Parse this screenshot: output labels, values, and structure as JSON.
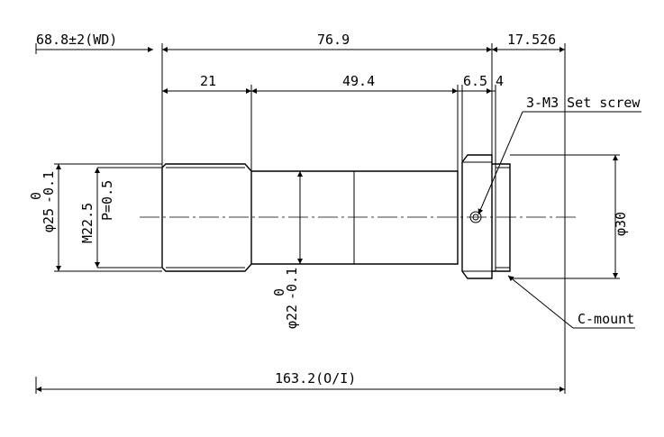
{
  "dimensions": {
    "wd": "68.8±2(WD)",
    "body_length": "76.9",
    "mount_length": "17.526",
    "len_21": "21",
    "len_49_4": "49.4",
    "len_6_5": "6.5",
    "len_4": "4",
    "overall": "163.2(O/I)"
  },
  "diameters": {
    "d25": "φ25",
    "d25_tol_upper": "0",
    "d25_tol_lower": "-0.1",
    "thread": "M22.5",
    "pitch": "P=0.5",
    "d22": "φ22",
    "d22_tol_upper": "0",
    "d22_tol_lower": "-0.1",
    "d30": "φ30"
  },
  "callouts": {
    "set_screw": "3-M3 Set screw",
    "cmount": "C-mount"
  }
}
